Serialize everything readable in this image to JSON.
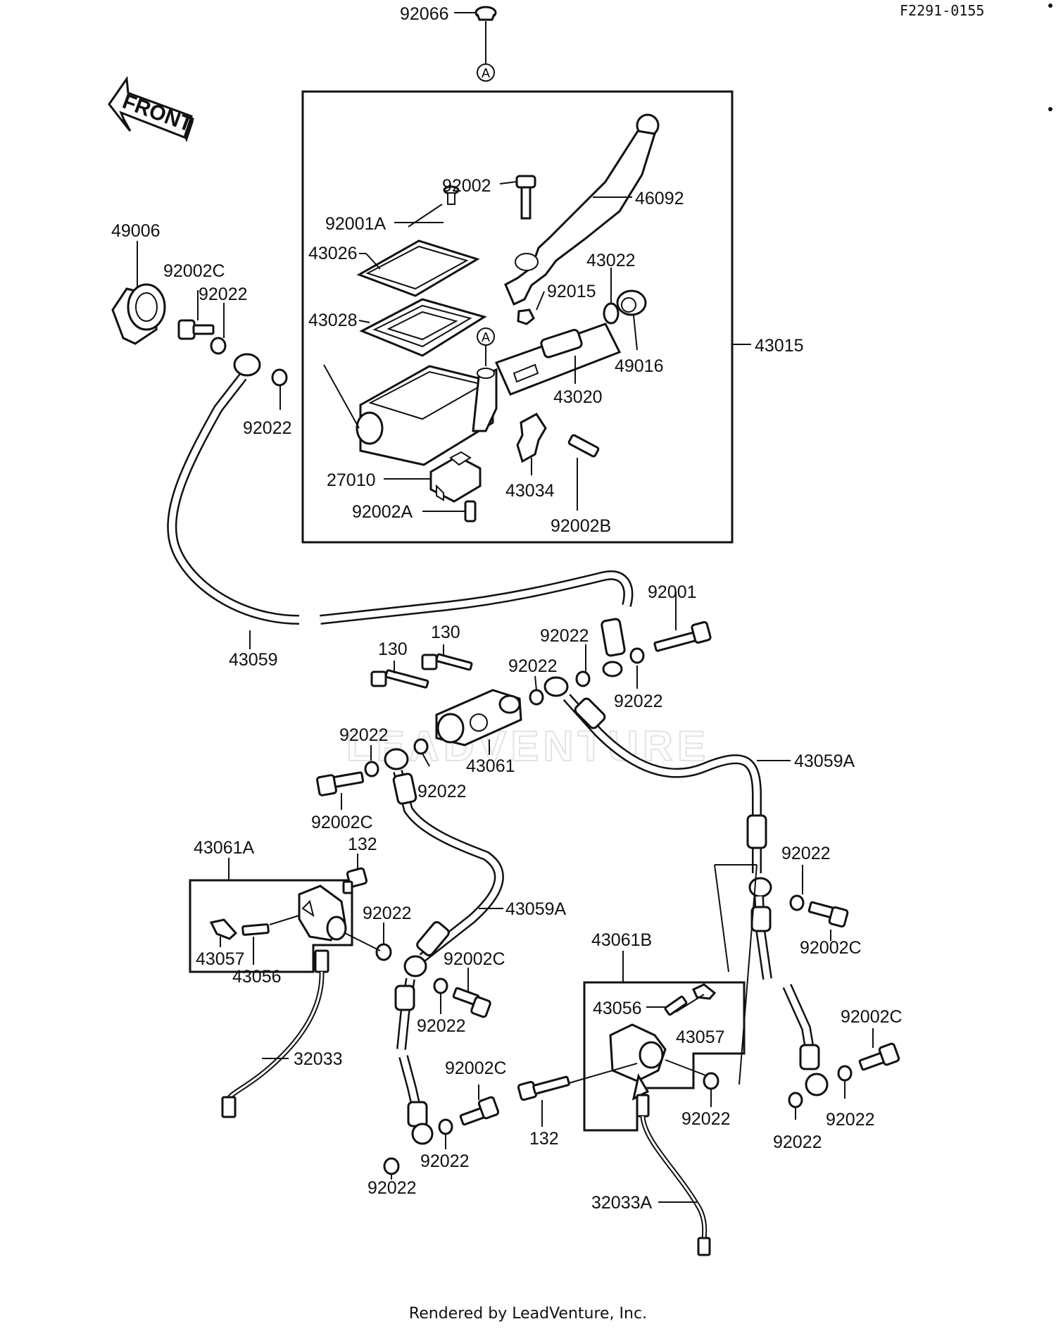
{
  "ref_code": "F2291-0155",
  "front_label": "FRONT",
  "circle_marker": "A",
  "footer": "Rendered by LeadVenture, Inc.",
  "watermark": "LEADVENTURE",
  "callouts": {
    "p92066": "92066",
    "p92002": "92002",
    "p46092": "46092",
    "p92001A": "92001A",
    "p43026": "43026",
    "p43022": "43022",
    "p92015": "92015",
    "p43028": "43028",
    "p43015": "43015",
    "p43020": "43020",
    "p49016": "49016",
    "p27010": "27010",
    "p43034": "43034",
    "p92002A": "92002A",
    "p92002B": "92002B",
    "p49006": "49006",
    "p92002C_tl": "92002C",
    "p92022_tl": "92022",
    "p92022_tl2": "92022",
    "p43059": "43059",
    "p92001": "92001",
    "p130_a": "130",
    "p130_b": "130",
    "p92022_c1": "92022",
    "p92022_c2": "92022",
    "p92022_c3": "92022",
    "p92022_c4": "92022",
    "p92022_c5": "92022",
    "p43061": "43061",
    "p92002C_c": "92002C",
    "p43059A_r": "43059A",
    "p43061A": "43061A",
    "p132_a": "132",
    "p92022_m1": "92022",
    "p43059A_m": "43059A",
    "p43057_a": "43057",
    "p43056_a": "43056",
    "p92002C_m": "92002C",
    "p92022_m2": "92022",
    "p32033": "32033",
    "p92002C_m2": "92002C",
    "p92022_m3": "92022",
    "p92022_m4": "92022",
    "p43061B": "43061B",
    "p43056_b": "43056",
    "p43057_b": "43057",
    "p132_b": "132",
    "p92022_b1": "92022",
    "p32033A": "32033A",
    "p92022_r1": "92022",
    "p92002C_r1": "92002C",
    "p92002C_r2": "92002C",
    "p92022_r2": "92022",
    "p92022_r3": "92022"
  }
}
